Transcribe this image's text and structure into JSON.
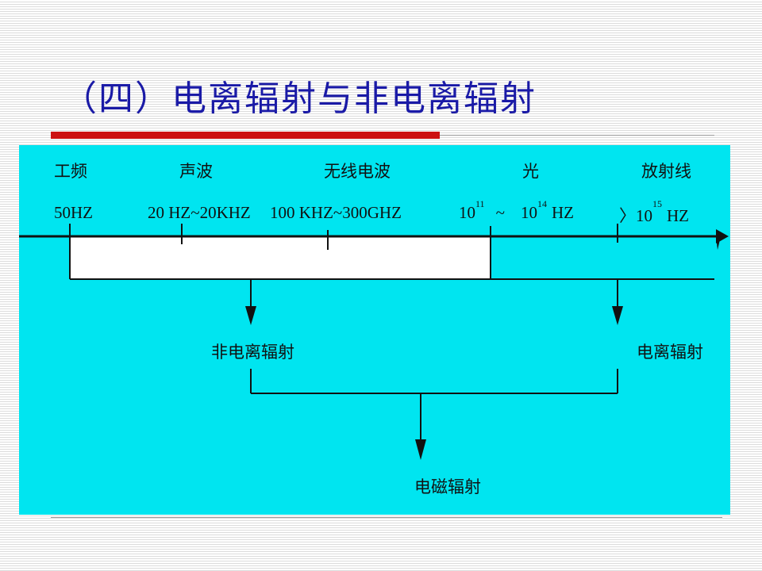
{
  "slide": {
    "title": "（四）电离辐射与非电离辐射"
  },
  "spectrum": {
    "categories": [
      {
        "name": "工频",
        "freq": "50HZ"
      },
      {
        "name": "声波",
        "freq": "20 HZ~20KHZ"
      },
      {
        "name": "无线电波",
        "freq": "100 KHZ~300GHZ"
      },
      {
        "name": "光",
        "freq_base1": "10",
        "freq_exp1": "11",
        "freq_sep": "~",
        "freq_base2": "10",
        "freq_exp2": "14",
        "freq_unit": "HZ"
      },
      {
        "name": "放射线",
        "freq_prefix": "〉",
        "freq_base": "10",
        "freq_exp": "15",
        "freq_unit": "HZ"
      }
    ]
  },
  "classification": {
    "non_ionizing": "非电离辐射",
    "ionizing": "电离辐射",
    "electromagnetic": "电磁辐射"
  },
  "colors": {
    "title": "#1a1aa6",
    "panel": "#00e5f0",
    "red_rule": "#cc1111",
    "band_fill": "#ffffff"
  }
}
